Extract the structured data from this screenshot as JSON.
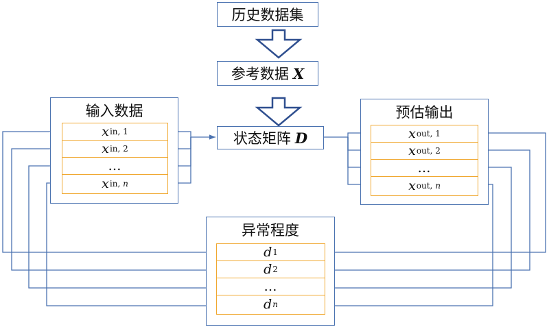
{
  "top": {
    "history_label": "历史数据集",
    "reference_label": "参考数据",
    "reference_symbol": "X",
    "state_label": "状态矩阵",
    "state_symbol": "D"
  },
  "input_panel": {
    "title": "输入数据",
    "rows": [
      {
        "base": "x",
        "sub": "in, ",
        "idx": "1"
      },
      {
        "base": "x",
        "sub": "in, ",
        "idx": "2"
      },
      {
        "dots": "…"
      },
      {
        "base": "x",
        "sub": "in, ",
        "idx": "n"
      }
    ]
  },
  "output_panel": {
    "title": "预估输出",
    "rows": [
      {
        "base": "x",
        "sub": "out, ",
        "idx": "1"
      },
      {
        "base": "x",
        "sub": "out, ",
        "idx": "2"
      },
      {
        "dots": "…"
      },
      {
        "base": "x",
        "sub": "out, ",
        "idx": "n"
      }
    ]
  },
  "anomaly_panel": {
    "title": "异常程度",
    "rows": [
      {
        "base": "d",
        "sub": "",
        "idx": "1"
      },
      {
        "base": "d",
        "sub": "",
        "idx": "2"
      },
      {
        "dots": "…"
      },
      {
        "base": "d",
        "sub": "",
        "idx": "n"
      }
    ]
  },
  "colors": {
    "box_border": "#4a72b0",
    "row_border": "#f0a830",
    "arrow_stroke": "#2f4f8f"
  }
}
